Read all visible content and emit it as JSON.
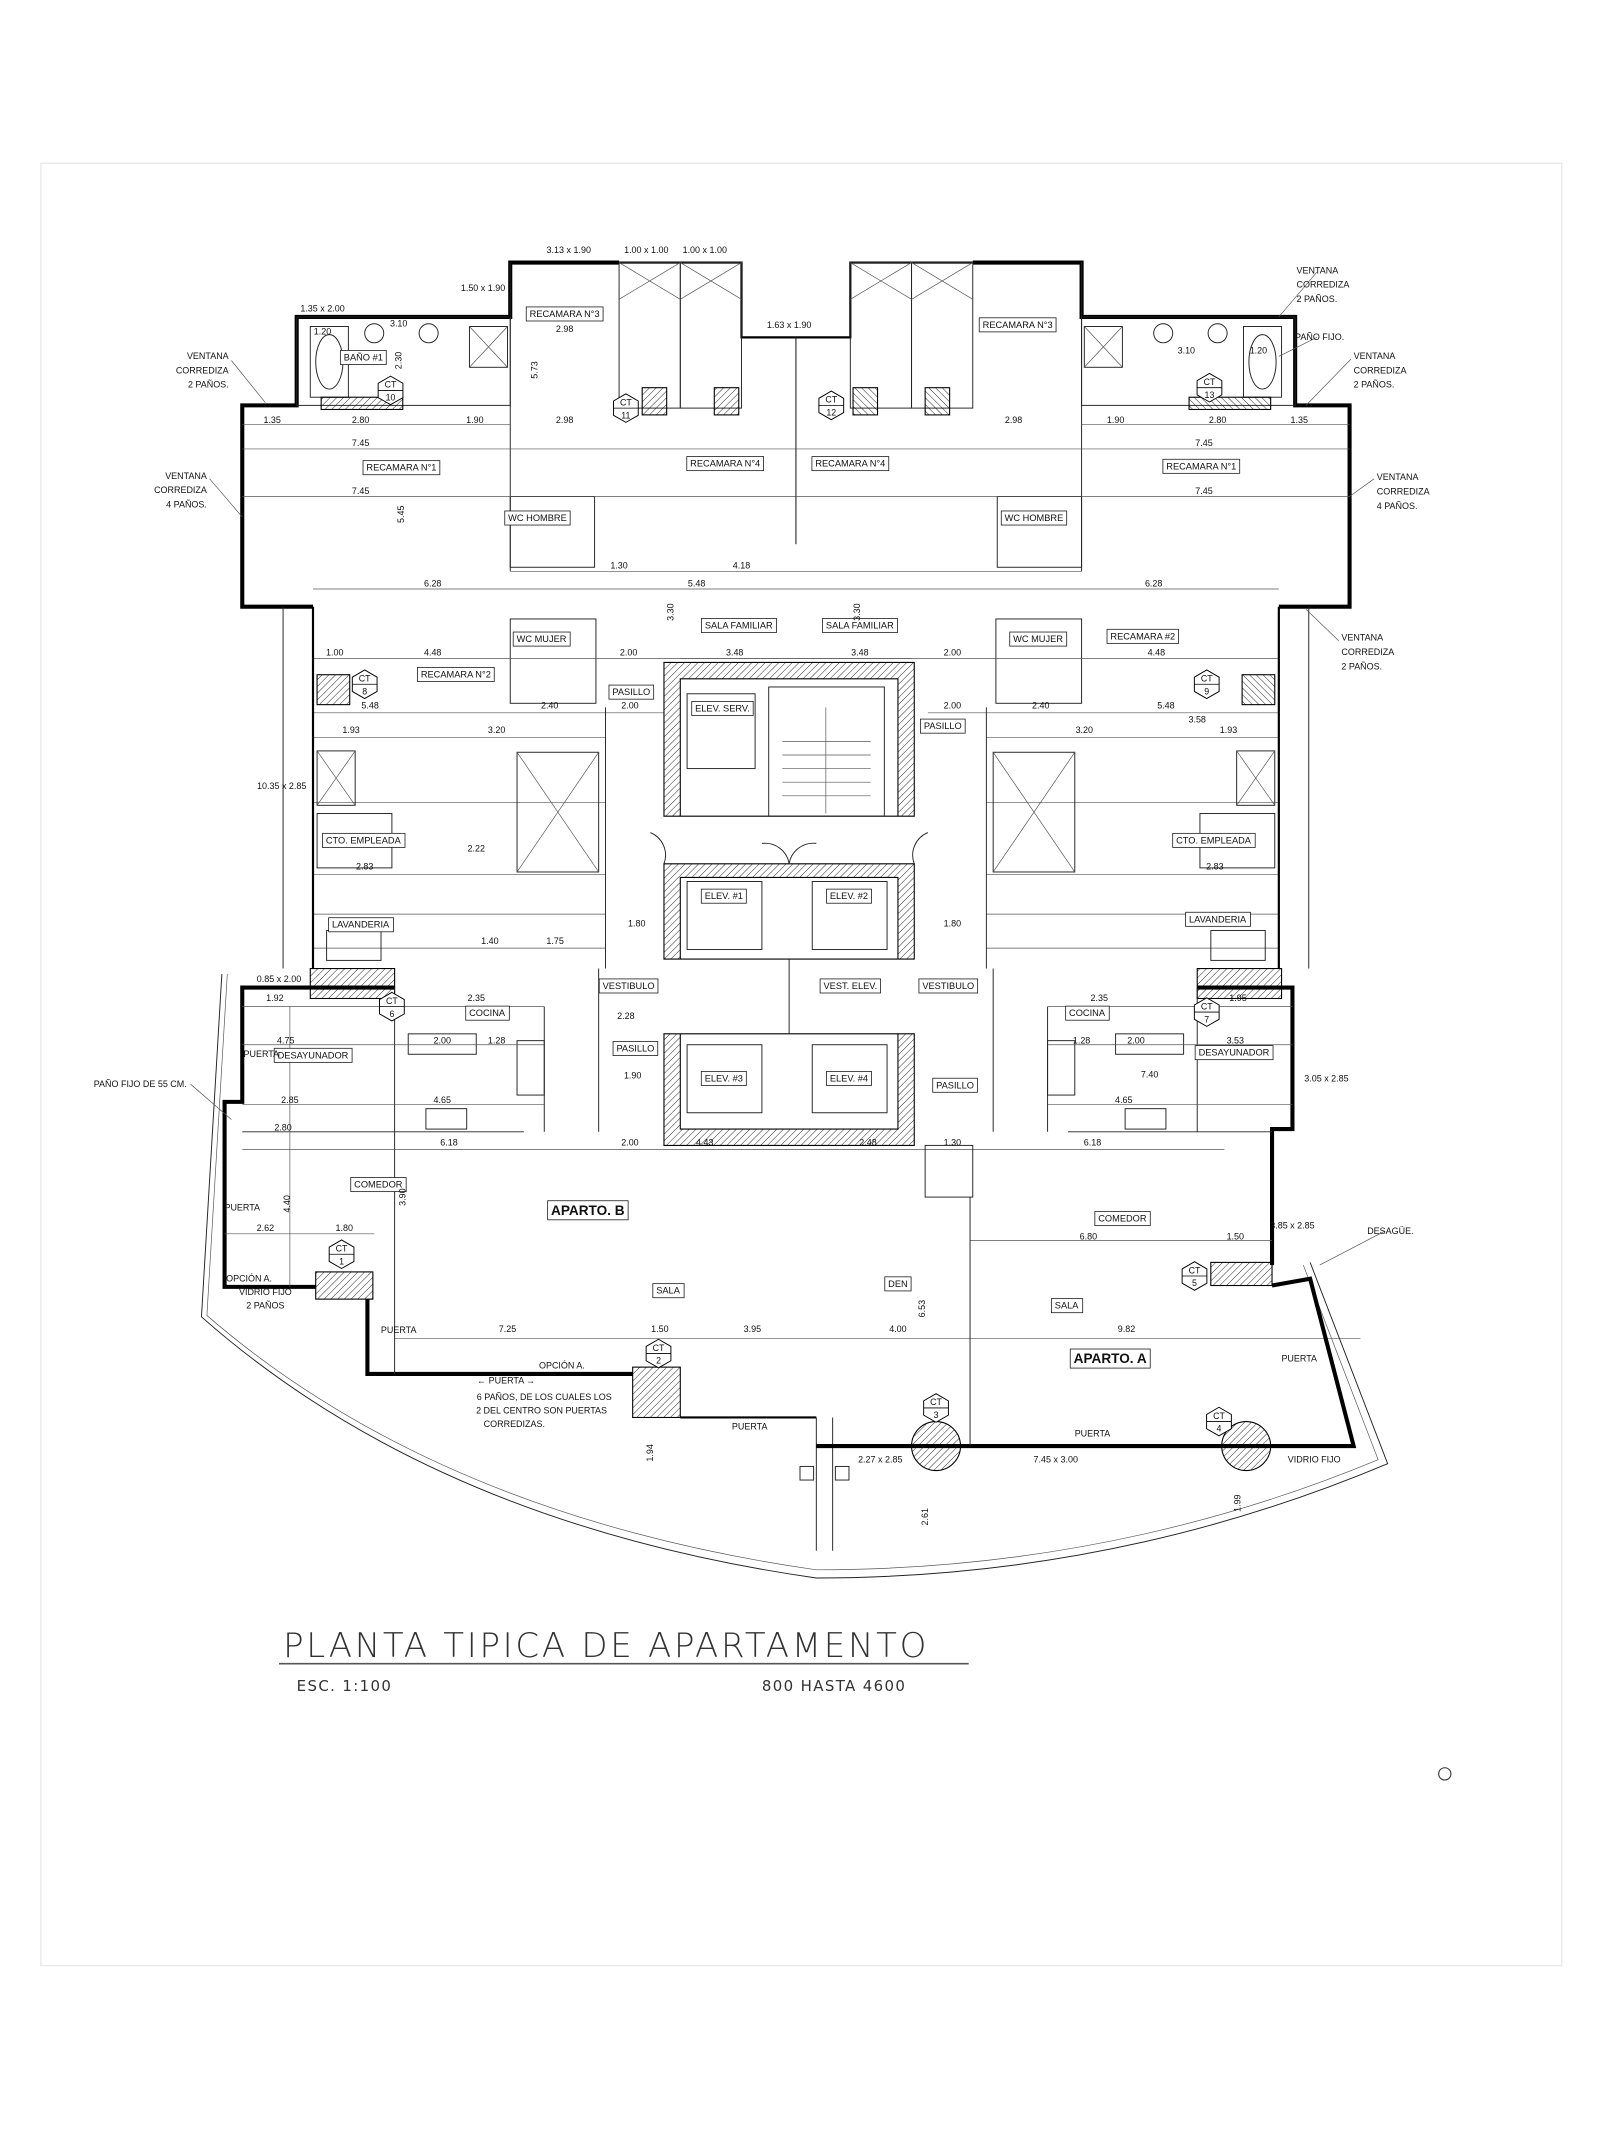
{
  "drawing": {
    "title": "PLANTA TIPICA DE APARTAMENTO",
    "scale": "ESC. 1:100",
    "levels": "800 HASTA 4600"
  },
  "apartments": [
    "APARTO. B",
    "APARTO. A"
  ],
  "rooms": [
    "BAÑO #1",
    "RECAMARA N°3",
    "RECAMARA N°1",
    "RECAMARA N°4",
    "WC HOMBRE",
    "SALA FAMILIAR",
    "WC MUJER",
    "RECAMARA N°2",
    "PASILLO",
    "ELEV. SERV.",
    "CTO. EMPLEADA",
    "LAVANDERIA",
    "ELEV. #1",
    "ELEV. #2",
    "VESTIBULO",
    "VEST. ELEV.",
    "COCINA",
    "PASILLO",
    "DESAYUNADOR",
    "ELEV. #3",
    "ELEV. #4",
    "COMEDOR",
    "SALA",
    "DEN",
    "RECAMARA N°3",
    "RECAMARA N°4",
    "RECAMARA N°1",
    "WC HOMBRE",
    "SALA FAMILIAR",
    "WC MUJER",
    "RECAMARA #2",
    "PASILLO",
    "CTO. EMPLEADA",
    "LAVANDERIA",
    "VESTIBULO",
    "COCINA",
    "DESAYUNADOR",
    "PASILLO",
    "COMEDOR",
    "SALA"
  ],
  "notes": [
    "3.13 x 1.90",
    "1.00 x 1.00",
    "1.00 x 1.00",
    "1.50 x 1.90",
    "1.35 x 2.00",
    "1.63 x 1.90",
    "10.35 x 2.85",
    "0.85 x 2.00",
    "PAÑO FIJO DE 55 CM.",
    "PUERTA",
    "PUERTA",
    "OPCIÓN A.",
    "VIDRIO FIJO",
    "2 PAÑOS",
    "PUERTA",
    "OPCIÓN A.",
    "← PUERTA →",
    "6 PAÑOS, DE LOS CUALES LOS",
    "2 DEL CENTRO SON PUERTAS",
    "CORREDIZAS.",
    "PUERTA",
    "2.27 x 2.85",
    "PUERTA",
    "7.45 x 3.00",
    "VIDRIO FIJO",
    "PUERTA",
    "3.85 x 2.85",
    "DESAGÜE.",
    "3.05 x 2.85",
    "PAÑO FIJO."
  ],
  "window_callouts": [
    [
      "VENTANA",
      "CORREDIZA",
      "2 PAÑOS."
    ],
    [
      "VENTANA",
      "CORREDIZA",
      "4 PAÑOS."
    ],
    [
      "VENTANA",
      "CORREDIZA",
      "2 PAÑOS."
    ],
    [
      "VENTANA",
      "CORREDIZA",
      "2 PAÑOS."
    ],
    [
      "VENTANA",
      "CORREDIZA",
      "4 PAÑOS."
    ],
    [
      "VENTANA",
      "CORREDIZA",
      "2 PAÑOS."
    ]
  ],
  "ct_markers": [
    "10",
    "11",
    "12",
    "13",
    "8",
    "9",
    "6",
    "7",
    "1",
    "2",
    "3",
    "4",
    "5"
  ],
  "ct_label": "CT",
  "dimensions": [
    "3.10",
    "1.20",
    "2.30",
    "1.35",
    "2.80",
    "1.90",
    "2.98",
    "2.98",
    "7.45",
    "7.45",
    "5.45",
    "5.73",
    "6.28",
    "5.48",
    "4.18",
    "1.30",
    "4.48",
    "1.00",
    "2.00",
    "3.48",
    "5.48",
    "2.40",
    "2.00",
    "1.93",
    "3.20",
    "2.83",
    "2.22",
    "1.80",
    "1.75",
    "1.40",
    "2.35",
    "1.92",
    "4.75",
    "2.00",
    "1.28",
    "1.90",
    "2.28",
    "2.85",
    "4.65",
    "2.80",
    "6.18",
    "2.00",
    "4.43",
    "2.48",
    "1.30",
    "6.18",
    "4.40",
    "3.90",
    "2.62",
    "1.80",
    "7.25",
    "1.50",
    "3.95",
    "4.00",
    "9.82",
    "6.80",
    "1.50",
    "6.53",
    "1.94",
    "2.61",
    "1.99",
    "3.30",
    "3.30",
    "7.45",
    "7.45",
    "6.28",
    "2.80",
    "1.35",
    "1.90",
    "2.98",
    "3.10",
    "1.20",
    "4.48",
    "5.48",
    "2.40",
    "3.58",
    "1.93",
    "3.20",
    "2.83",
    "7.40",
    "3.53",
    "2.00",
    "1.28",
    "4.65",
    "2.35",
    "1.95",
    "3.48",
    "2.00",
    "2.00",
    "1.80"
  ]
}
